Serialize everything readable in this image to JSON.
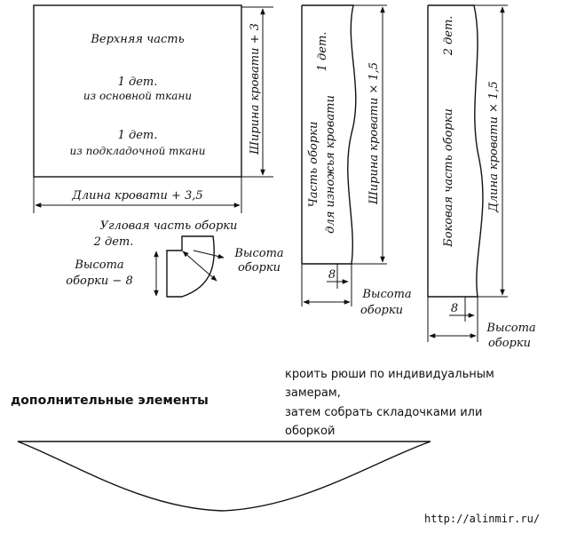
{
  "top_panel": {
    "title": "Верхняя часть",
    "qty1": "1 дет.",
    "fabric1": "из основной ткани",
    "qty2": "1 дет.",
    "fabric2": "из подкладочной ткани",
    "width_dim": "Ширина кровати + 3",
    "length_dim": "Длина кровати + 3,5"
  },
  "corner_piece": {
    "title": "Угловая часть оборки",
    "qty": "2 дет.",
    "height_left_1": "Высота",
    "height_left_2": "оборки − 8",
    "height_right_1": "Высота",
    "height_right_2": "оборки"
  },
  "foot_strip": {
    "qty": "1 дет.",
    "label_1": "Часть оборки",
    "label_2": "для изножья кровати",
    "dim": "Ширина кровати × 1,5",
    "offset": "8",
    "height_1": "Высота",
    "height_2": "оборки"
  },
  "side_strip": {
    "qty": "2 дет.",
    "label": "Боковая часть оборки",
    "dim": "Длина кровати × 1,5",
    "offset": "8",
    "height_1": "Высота",
    "height_2": "оборки"
  },
  "extra": {
    "heading": "дополнительные элементы",
    "note_1": "кроить рюши по индивидуальным",
    "note_2": "замерам,",
    "note_3": "затем собрать складочками или",
    "note_4": "оборкой"
  },
  "watermark": "http://alinmir.ru/"
}
